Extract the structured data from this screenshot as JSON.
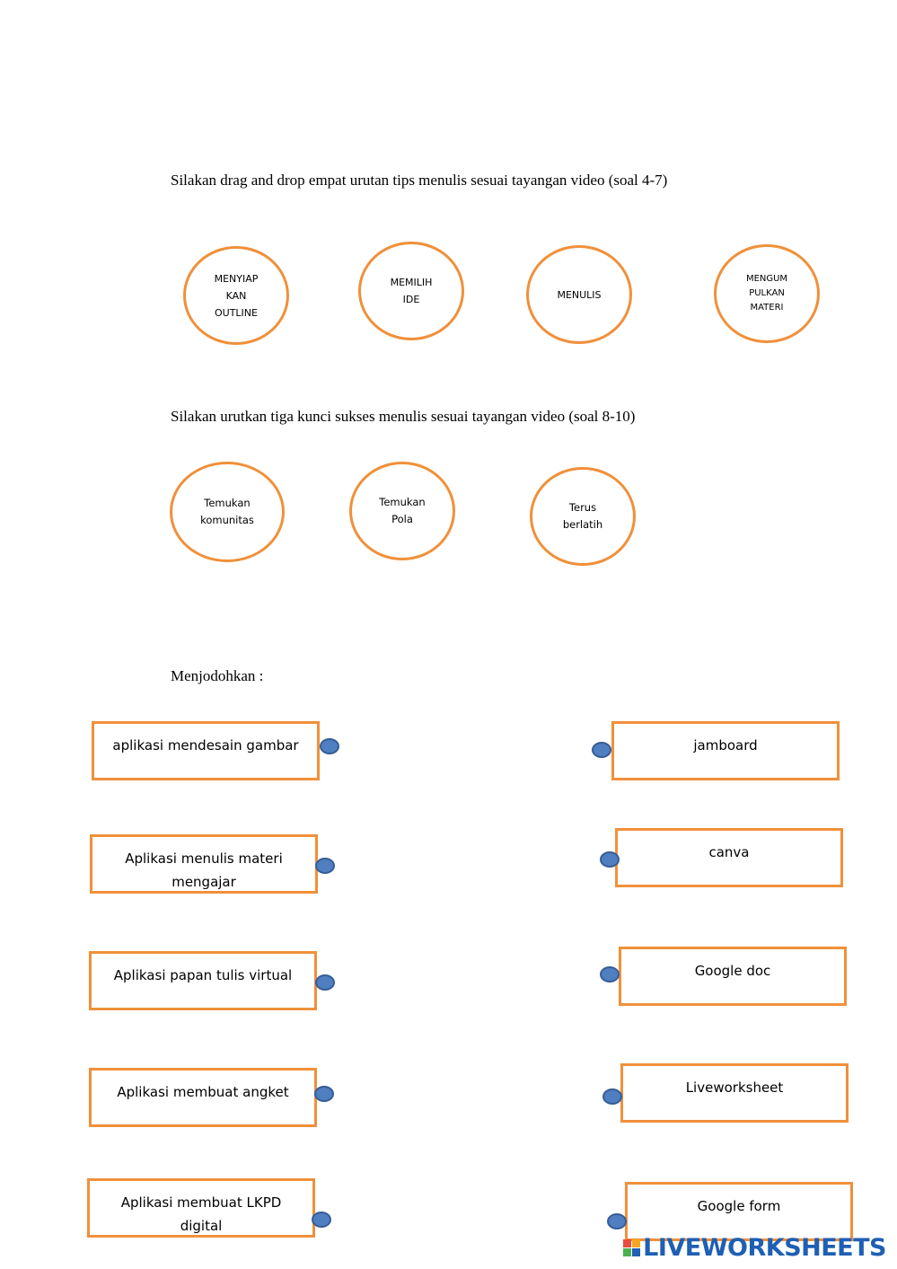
{
  "section1": {
    "instruction": "Silakan drag and drop empat urutan tips menulis sesuai tayangan video (soal 4-7)",
    "circles": [
      {
        "label": "MENYIAP\nKAN\nOUTLINE"
      },
      {
        "label": "MEMILIH\nIDE"
      },
      {
        "label": "MENULIS"
      },
      {
        "label": "MENGUM\nPULKAN\nMATERI"
      }
    ]
  },
  "section2": {
    "instruction": "Silakan urutkan tiga kunci sukses menulis sesuai tayangan video (soal 8-10)",
    "circles": [
      {
        "label": "Temukan\nkomunitas"
      },
      {
        "label": "Temukan\nPola"
      },
      {
        "label": "Terus\nberlatih"
      }
    ]
  },
  "section3": {
    "instruction": "Menjodohkan :",
    "left": [
      "aplikasi mendesain gambar",
      "Aplikasi menulis materi\nmengajar",
      "Aplikasi papan tulis virtual",
      "Aplikasi membuat angket",
      "Aplikasi membuat LKPD\ndigital"
    ],
    "right": [
      "jamboard",
      "canva",
      "Google doc",
      "Liveworksheet",
      "Google form"
    ]
  },
  "branding": {
    "logo_text": "LIVEWORKSHEETS",
    "logo_colors": [
      "#e94b3c",
      "#f5a623",
      "#4caf50",
      "#1f5fb4"
    ]
  }
}
